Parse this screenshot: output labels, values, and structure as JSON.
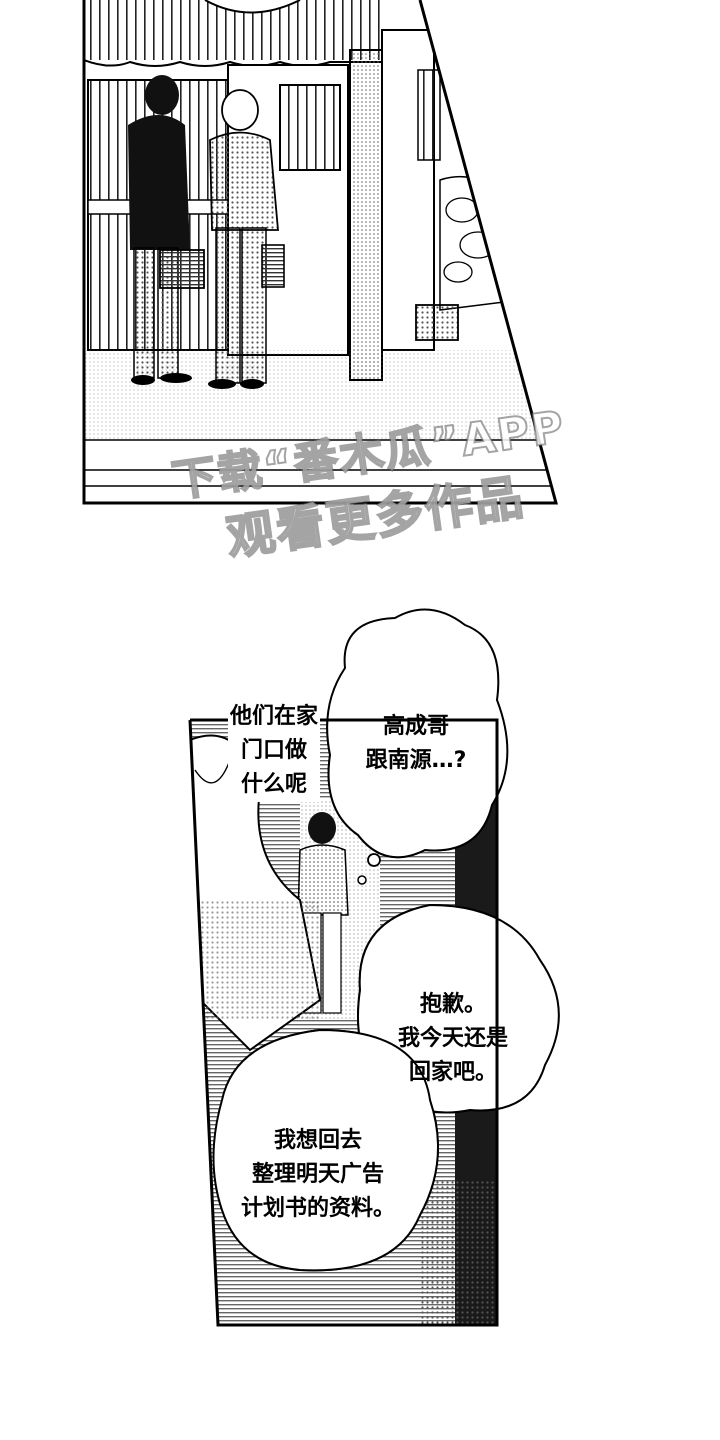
{
  "panel_top": {
    "watermark": {
      "line1": "下载“番木瓜”APP",
      "line2": "观看更多作品"
    }
  },
  "panel_bottom": {
    "caption_side": [
      "他们在家",
      "门口做",
      "什么呢"
    ],
    "bubble_thought": [
      "高成哥",
      "跟南源…?"
    ],
    "bubble_apology": [
      "抱歉。",
      "我今天还是",
      "回家吧。"
    ],
    "bubble_reason": [
      "我想回去",
      "整理明天广告",
      "计划书的资料。"
    ]
  },
  "colors": {
    "ink": "#000000",
    "paper": "#ffffff",
    "screentone": "#888888"
  }
}
